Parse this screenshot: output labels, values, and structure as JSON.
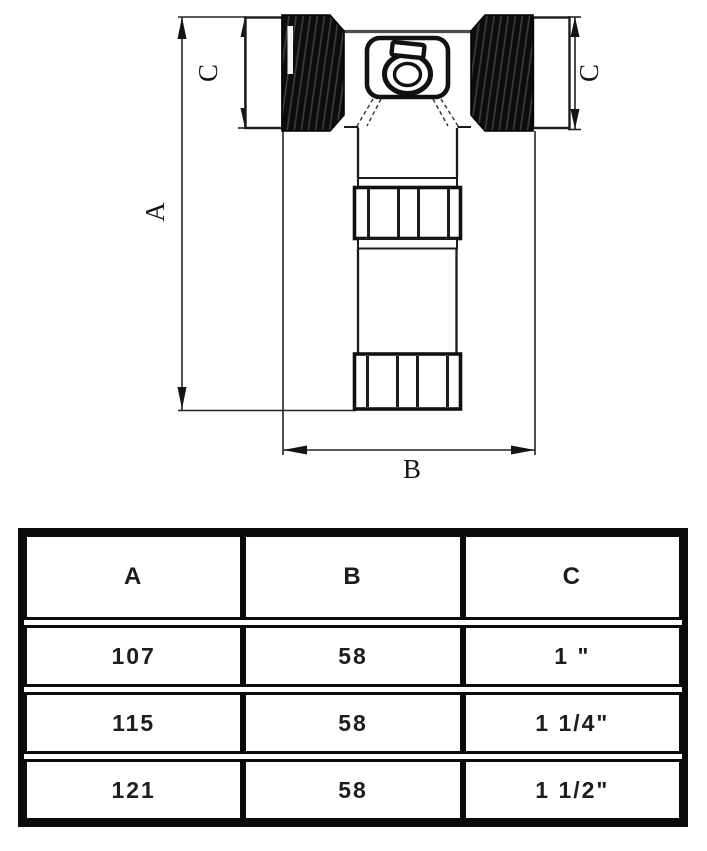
{
  "drawing": {
    "dim_a_label": "A",
    "dim_b_label": "B",
    "dim_c_left_label": "C",
    "dim_c_right_label": "C"
  },
  "table": {
    "headers": [
      "A",
      "B",
      "C"
    ],
    "rows": [
      [
        "107",
        "58",
        "1 \""
      ],
      [
        "115",
        "58",
        "1 1/4\""
      ],
      [
        "121",
        "58",
        "1 1/2\""
      ]
    ]
  },
  "colors": {
    "line": "#1b1b1b",
    "table_border": "#0b0b0b",
    "background": "#ffffff"
  }
}
